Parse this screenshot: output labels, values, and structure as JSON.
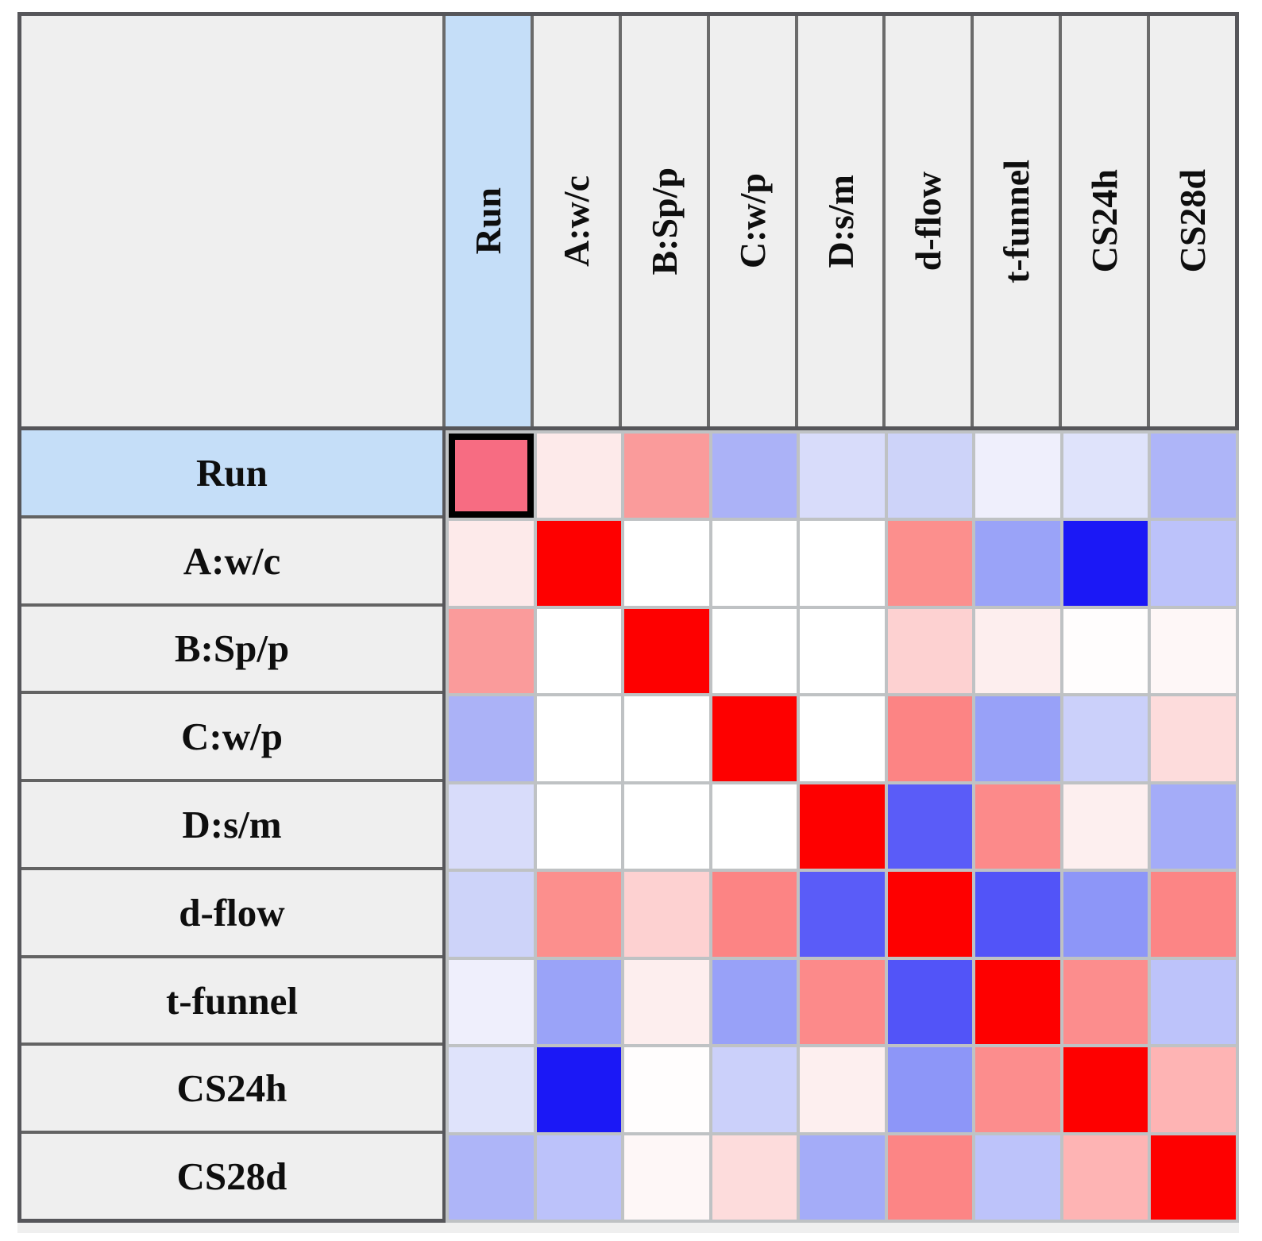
{
  "figure": {
    "background_color": "#efefef",
    "outer_border_color": "#56565a",
    "separator_line_color": "#6b6b6b",
    "grid_line_color": "#bfc2c4",
    "header_highlight_color": "#c5def8",
    "highlight_border_color": "#000000",
    "text_color": "#0e0e0e"
  },
  "chart_data": {
    "type": "heatmap",
    "title": "",
    "col_labels": [
      "Run",
      "A:w/c",
      "B:Sp/p",
      "C:w/p",
      "D:s/m",
      "d-flow",
      "t-funnel",
      "CS24h",
      "CS28d"
    ],
    "row_labels": [
      "Run",
      "A:w/c",
      "B:Sp/p",
      "C:w/p",
      "D:s/m",
      "d-flow",
      "t-funnel",
      "CS24h",
      "CS28d"
    ],
    "legend": "none",
    "grid": "on",
    "highlighted_cell": {
      "row": 0,
      "col": 0,
      "row_label": "Run",
      "col_label": "Run"
    },
    "highlighted_headers": {
      "row": 0,
      "col": 0
    },
    "cell_colors": [
      [
        "#f76c82",
        "#fdeaea",
        "#fa9b9b",
        "#abb2f7",
        "#d8dcfa",
        "#cdd3f9",
        "#efeffc",
        "#dfe3fb",
        "#aeb5f8"
      ],
      [
        "#fdeaea",
        "#fe0000",
        "#ffffff",
        "#ffffff",
        "#ffffff",
        "#fc8f8d",
        "#9aa3f8",
        "#1b18f6",
        "#bcc2fa"
      ],
      [
        "#fa9b9b",
        "#ffffff",
        "#fe0000",
        "#ffffff",
        "#ffffff",
        "#fdd1d1",
        "#fdeeee",
        "#fffdfd",
        "#fef7f7"
      ],
      [
        "#abb2f7",
        "#ffffff",
        "#ffffff",
        "#fe0000",
        "#ffffff",
        "#fc8484",
        "#98a1f8",
        "#cbd0fa",
        "#fddcdc"
      ],
      [
        "#d8dcfa",
        "#ffffff",
        "#ffffff",
        "#ffffff",
        "#fe0000",
        "#5a5cf8",
        "#fc8a8a",
        "#fdefef",
        "#a4acf8"
      ],
      [
        "#cdd3f9",
        "#fc8f8d",
        "#fdd1d1",
        "#fc8484",
        "#5a5cf8",
        "#fe0000",
        "#5254f8",
        "#8d96f8",
        "#fc8585"
      ],
      [
        "#efeffc",
        "#9aa3f8",
        "#fdeeee",
        "#98a1f8",
        "#fc8a8a",
        "#5254f8",
        "#fe0000",
        "#fc8d8d",
        "#bdc3fa"
      ],
      [
        "#dfe3fb",
        "#1b18f6",
        "#fffdfd",
        "#cbd0fa",
        "#fdefef",
        "#8d96f8",
        "#fc8d8d",
        "#fe0000",
        "#feb4b4"
      ],
      [
        "#aeb5f8",
        "#bcc2fa",
        "#fef7f7",
        "#fddcdc",
        "#a4acf8",
        "#fc8585",
        "#bdc3fa",
        "#feb4b4",
        "#fe0000"
      ]
    ]
  }
}
